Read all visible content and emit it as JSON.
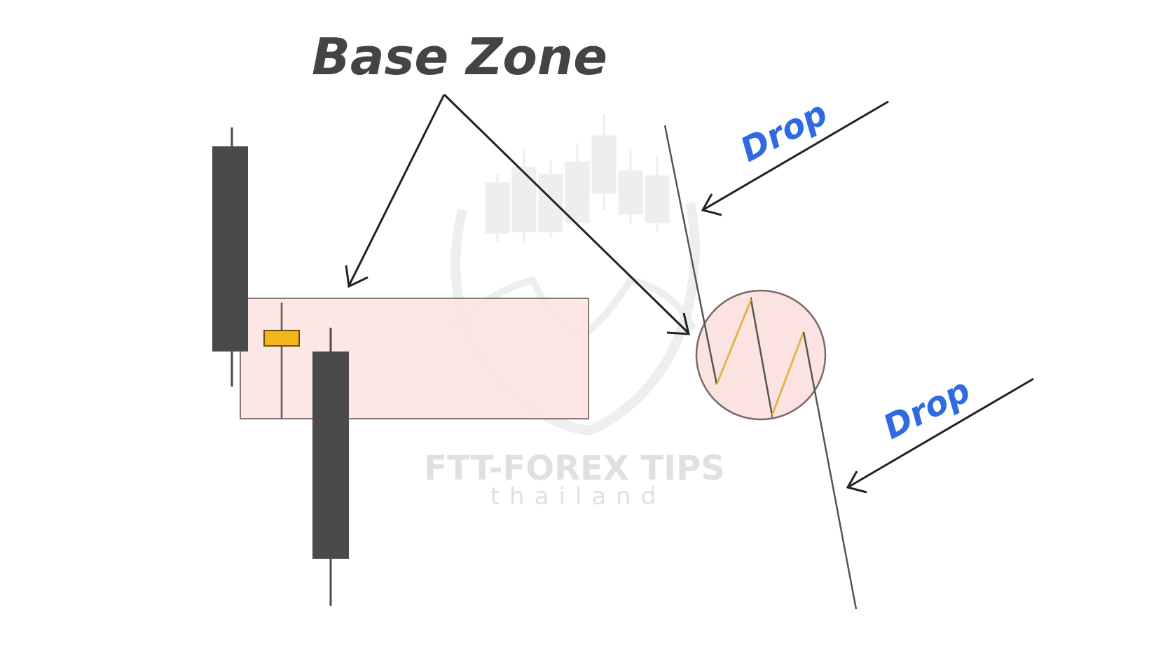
{
  "title": "Base Zone",
  "labels": {
    "drop_upper": "Drop",
    "drop_lower": "Drop"
  },
  "watermark": {
    "name": "FTT-FOREX TIPS",
    "sub": "thailand",
    "icon": "bull-candlestick-logo"
  },
  "colors": {
    "candle_body": "#4a4a4a",
    "small_candle": "#f2b51c",
    "zone_fill": "#fbe3e1",
    "zone_stroke": "#8a7a78",
    "drop_text": "#2f6ae0",
    "arrow": "#222222",
    "zigzag": "#e8b53a",
    "watermark": "#d6d6d6"
  }
}
